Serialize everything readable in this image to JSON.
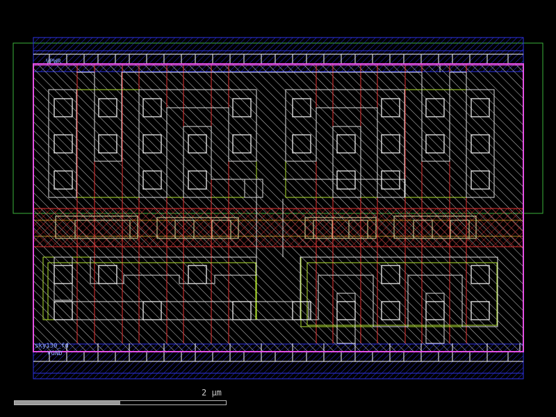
{
  "labels": {
    "vpwr": "VPWR",
    "vgnd": "VGND",
    "cell_fragment": "sky130_fd"
  },
  "scale_bar": {
    "label": "2 µm"
  },
  "colors": {
    "background": "#000000",
    "nwell": "#3cb43c",
    "diffusion": "#b4e632",
    "poly": "#e63232",
    "li": "#c8c8c8",
    "met1": "#2d32e6",
    "boundary": "#e650e6",
    "contact": "#ffffff"
  }
}
